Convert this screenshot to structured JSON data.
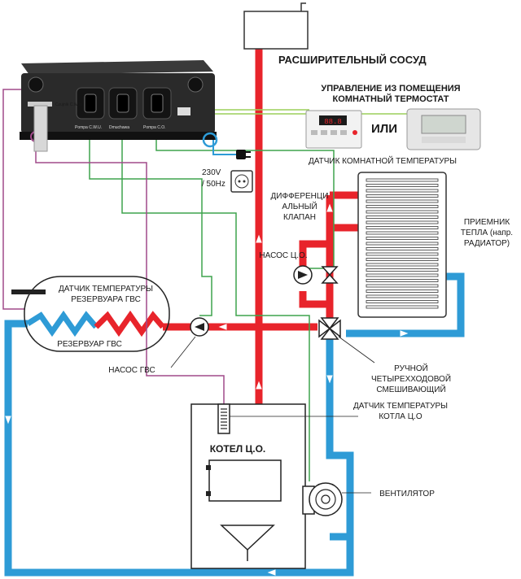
{
  "colors": {
    "hot_pipe": "#e8242b",
    "cold_pipe": "#2e9bd6",
    "signal_green": "#3fa34d",
    "signal_magenta": "#a04a8a",
    "signal_lime": "#9ccf5a",
    "controller_body": "#2a2a2a"
  },
  "controller": {
    "label_co_pump": "Pompa C.O.",
    "label_chimney": "Dmuchawa",
    "label_pump_cwu": "Pompa C.W.U.",
    "label_sensor": "Czujnik C.W.U."
  },
  "power": {
    "voltage": "230V",
    "frequency": "/ 50Hz"
  },
  "expansion_tank": {
    "title": "РАСШИРИТЕЛЬНЫЙ СОСУД"
  },
  "room_control": {
    "line1": "УПРАВЛЕНИЕ ИЗ ПОМЕЩЕНИЯ",
    "line2": "КОМНАТНЫЙ ТЕРМОСТАТ",
    "or_word": "ИЛИ",
    "sensor_caption": "ДАТЧИК КОМНАТНОЙ ТЕМПЕРАТУРЫ"
  },
  "diff_valve": {
    "line1": "ДИФФЕРЕНЦИ",
    "line2": "АЛЬНЫЙ",
    "line3": "КЛАПАН"
  },
  "radiator": {
    "line1": "ПРИЕМНИК",
    "line2": "ТЕПЛА (напр.",
    "line3": "РАДИАТОР)"
  },
  "co_pump": {
    "label": "НАСОС Ц.О."
  },
  "dhw_sensor": {
    "line1": "ДАТЧИК ТЕМПЕРАТУРЫ",
    "line2": "РЕЗЕРВУАРА ГВС"
  },
  "dhw_tank": {
    "label": "РЕЗЕРВУАР ГВС"
  },
  "dhw_pump": {
    "label": "НАСОС ГВС"
  },
  "mixing_valve": {
    "line1": "РУЧНОЙ",
    "line2": "ЧЕТЫРЕХХОДОВОЙ",
    "line3": "СМЕШИВАЮЩИЙ"
  },
  "boiler_sensor": {
    "line1": "ДАТЧИК ТЕМПЕРАТУРЫ",
    "line2": "КОТЛА Ц.О"
  },
  "boiler": {
    "label": "КОТЕЛ Ц.О."
  },
  "fan": {
    "label": "ВЕНТИЛЯТОР"
  },
  "thermostat_display": {
    "value": "88.8"
  }
}
